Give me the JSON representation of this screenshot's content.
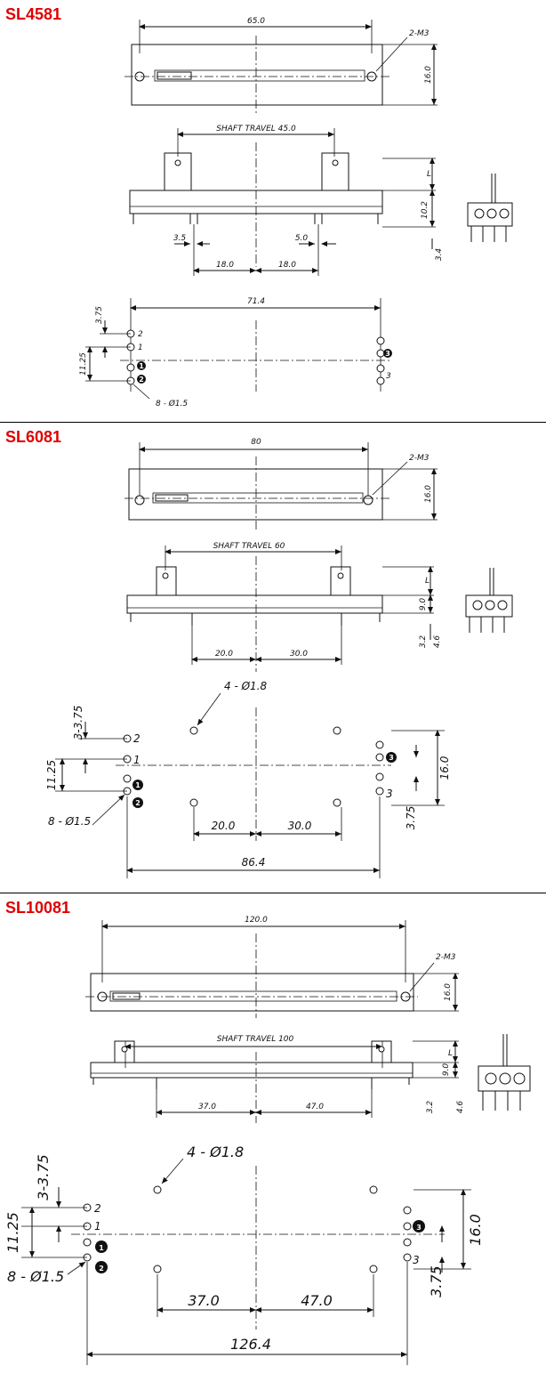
{
  "panels": [
    {
      "model": "SL4581",
      "top": {
        "length": "65.0",
        "height": "16.0",
        "mount": "2-M3"
      },
      "side": {
        "travel": "SHAFT TRAVEL 45.0",
        "l": "L",
        "h": "10.2",
        "a": "3.5",
        "b": "5.0",
        "c": "3.4",
        "d1": "18.0",
        "d2": "18.0"
      },
      "pcb": {
        "width": "71.4",
        "pitch": "3.75",
        "span": "11.25",
        "holes": "8 - Ø1.5",
        "p1": "1",
        "p2": "2",
        "p3": "3",
        "c1": "1",
        "c2": "2",
        "c3": "3"
      }
    },
    {
      "model": "SL6081",
      "top": {
        "length": "80",
        "height": "16.0",
        "mount": "2-M3"
      },
      "side": {
        "travel": "SHAFT TRAVEL 60",
        "l": "L",
        "h": "9.0",
        "c": "3.2",
        "e": "4.6",
        "d1": "20.0",
        "d2": "30.0"
      },
      "pcb": {
        "width": "86.4",
        "pitch": "3-3.75",
        "span": "11.25",
        "holes": "8 - Ø1.5",
        "mholes": "4 - Ø1.8",
        "d1": "20.0",
        "d2": "30.0",
        "h": "16.0",
        "pitch2": "3.75",
        "p1": "1",
        "p2": "2",
        "p3": "3",
        "c1": "1",
        "c2": "2",
        "c3": "3"
      }
    },
    {
      "model": "SL10081",
      "top": {
        "length": "120.0",
        "height": "16.0",
        "mount": "2-M3"
      },
      "side": {
        "travel": "SHAFT TRAVEL 100",
        "l": "L",
        "h": "9.0",
        "c": "3.2",
        "e": "4.6",
        "d1": "37.0",
        "d2": "47.0"
      },
      "pcb": {
        "width": "126.4",
        "pitch": "3-3.75",
        "span": "11.25",
        "holes": "8 - Ø1.5",
        "mholes": "4 - Ø1.8",
        "d1": "37.0",
        "d2": "47.0",
        "h": "16.0",
        "pitch2": "3.75",
        "p1": "1",
        "p2": "2",
        "p3": "3",
        "c1": "1",
        "c2": "2",
        "c3": "3"
      }
    }
  ]
}
